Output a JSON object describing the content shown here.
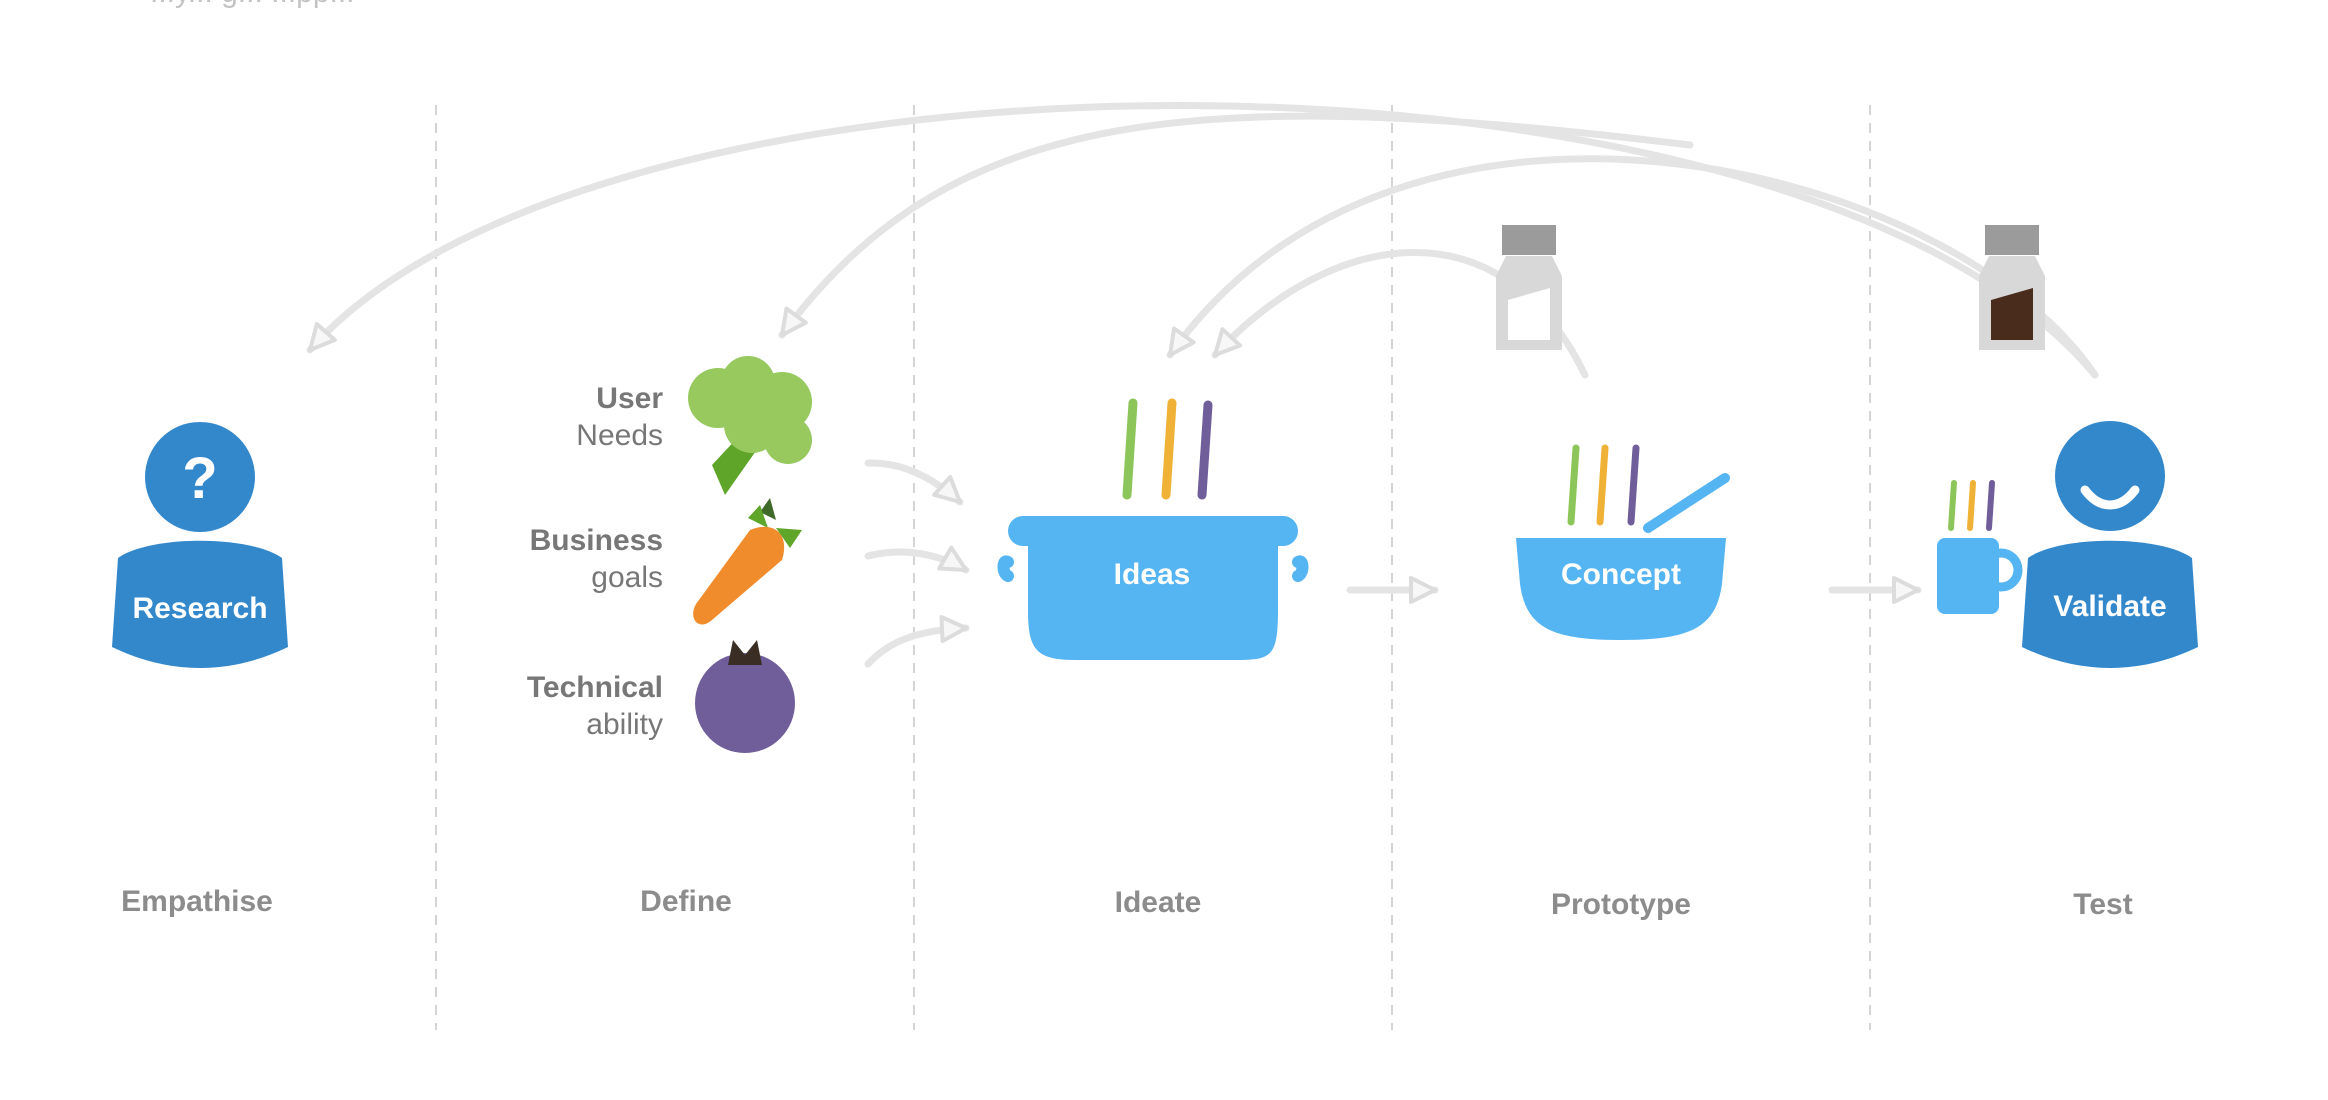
{
  "header_fragment": "...y... g... ...pp...",
  "stages": [
    {
      "key": "empathise",
      "label": "Empathise"
    },
    {
      "key": "define",
      "label": "Define"
    },
    {
      "key": "ideate",
      "label": "Ideate"
    },
    {
      "key": "prototype",
      "label": "Prototype"
    },
    {
      "key": "test",
      "label": "Test"
    }
  ],
  "research_person": {
    "icon": "question-mark",
    "symbol": "?",
    "label": "Research"
  },
  "validate_person": {
    "icon": "smile",
    "label": "Validate"
  },
  "inputs": [
    {
      "bold": "User",
      "regular": "Needs",
      "icon": "broccoli-icon"
    },
    {
      "bold": "Business",
      "regular": "goals",
      "icon": "carrot-icon"
    },
    {
      "bold": "Technical",
      "regular": "ability",
      "icon": "eggplant-icon"
    }
  ],
  "ideas_pot": {
    "label": "Ideas",
    "icon": "cooking-pot-icon"
  },
  "concept_bowl": {
    "label": "Concept",
    "icon": "mixing-bowl-icon"
  },
  "validate_mug": {
    "icon": "mug-icon"
  },
  "spice_jars": [
    {
      "icon": "empty-jar-icon",
      "filled": false
    },
    {
      "icon": "filled-jar-icon",
      "filled": true
    }
  ],
  "colors": {
    "primary_blue": "#3388cc",
    "light_blue": "#55b4f2",
    "green": "#8cc65a",
    "orange": "#f0a93a",
    "purple": "#705e9b",
    "arrow_gray": "#e4e4e4",
    "label_gray": "#8c8c8c",
    "divider_gray": "#d4d4d4"
  }
}
